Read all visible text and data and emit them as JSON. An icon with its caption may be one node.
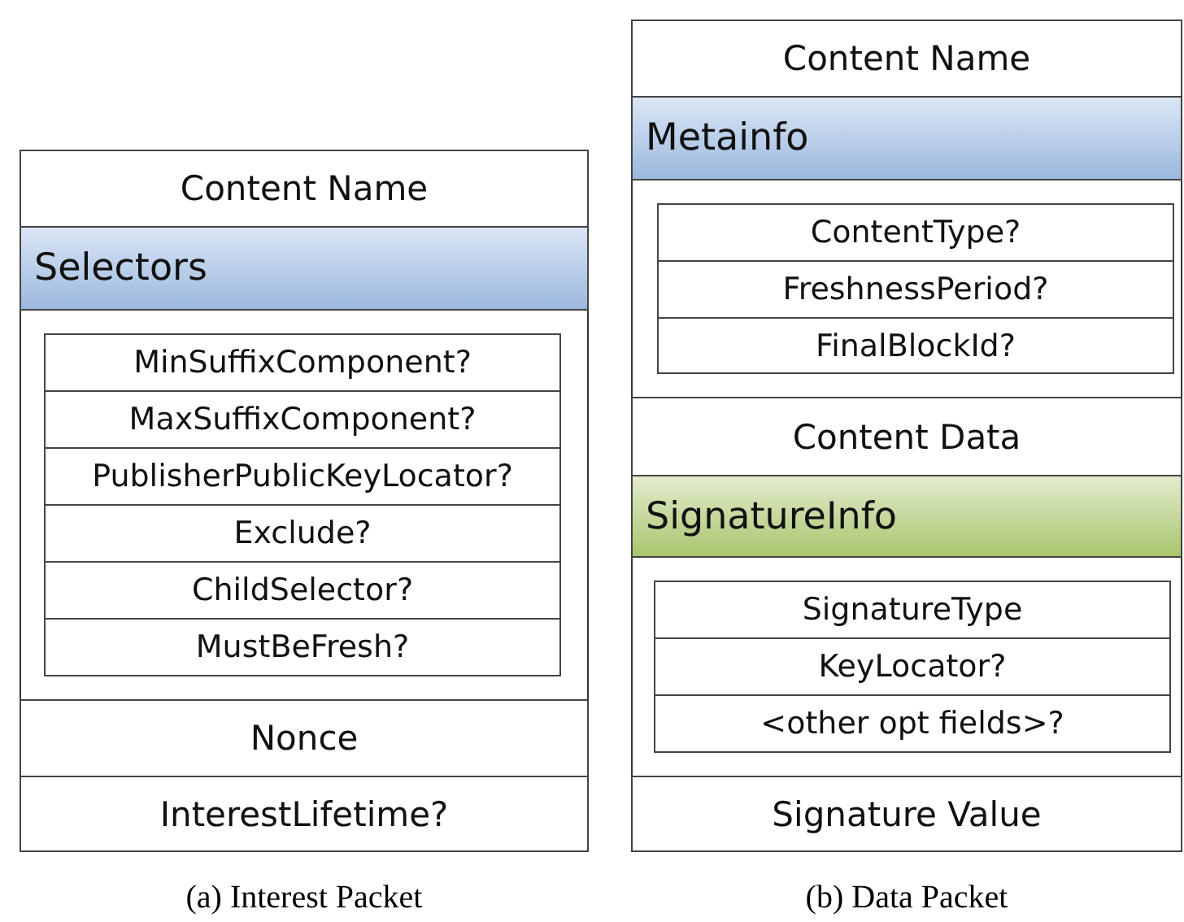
{
  "diagram": {
    "nodes": [
      {
        "text": [],
        "shape": "box",
        "beside": [
          "(a) Interest Packet"
        ]
      },
      {
        "text": [
          "Content Name"
        ],
        "in": 0
      },
      {
        "text": [
          "Selectors"
        ],
        "in": 0
      },
      {
        "text": [],
        "shape": "box",
        "in": 0
      },
      {
        "text": [
          "MinSuffixComponent?"
        ],
        "in": 3
      },
      {
        "text": [
          "MaxSuffixComponent?"
        ],
        "in": 3
      },
      {
        "text": [
          "PublisherPublicKeyLocator?"
        ],
        "in": 3
      },
      {
        "text": [
          "Exclude?"
        ],
        "in": 3
      },
      {
        "text": [
          "ChildSelector?"
        ],
        "in": 3
      },
      {
        "text": [
          "MustBeFresh?"
        ],
        "in": 3
      },
      {
        "text": [
          "Nonce"
        ],
        "in": 0
      },
      {
        "text": [
          "InterestLifetime?"
        ],
        "in": 0
      },
      {
        "text": [],
        "shape": "box",
        "beside": [
          "(b) Data Packet"
        ]
      },
      {
        "text": [
          "Content Name"
        ],
        "in": 12
      },
      {
        "text": [
          "Metainfo"
        ],
        "in": 12
      },
      {
        "text": [],
        "shape": "box",
        "in": 12
      },
      {
        "text": [
          "ContentType?"
        ],
        "in": 15
      },
      {
        "text": [
          "FreshnessPeriod?"
        ],
        "in": 15
      },
      {
        "text": [
          "FinalBlockId?"
        ],
        "in": 15
      },
      {
        "text": [
          "Content Data"
        ],
        "in": 12
      },
      {
        "text": [
          "SignatureInfo"
        ],
        "in": 12
      },
      {
        "text": [],
        "shape": "box",
        "in": 12
      },
      {
        "text": [
          "SignatureType"
        ],
        "in": 21
      },
      {
        "text": [
          "KeyLocator?"
        ],
        "in": 21
      },
      {
        "text": [
          "<other opt fields>?"
        ],
        "in": 21
      },
      {
        "text": [
          "Signature Value"
        ],
        "in": 12
      }
    ]
  }
}
